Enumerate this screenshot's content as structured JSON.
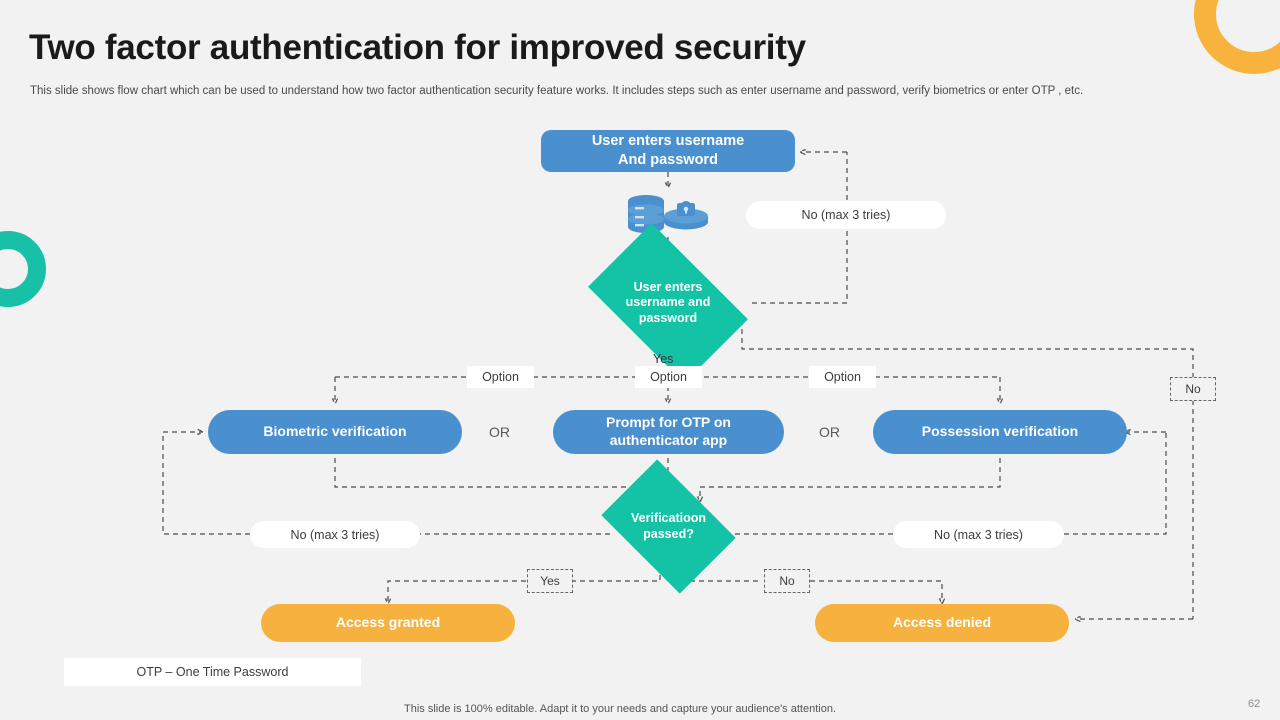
{
  "header": {
    "title": "Two factor authentication for improved security",
    "subtitle": "This slide shows flow chart which can be used to understand how two factor authentication security  feature works. It includes steps such as enter username and password, verify biometrics or enter OTP , etc."
  },
  "colors": {
    "background": "#f2f2f2",
    "blue": "#4a90cf",
    "teal": "#14c2a6",
    "orange": "#f7b13f",
    "white": "#ffffff",
    "line": "#4d4d4d"
  },
  "flow": {
    "start_node": "User enters username\nAnd password",
    "start_node_line1": "User enters username",
    "start_node_line2": "And password",
    "decision1_line1": "User enters",
    "decision1_line2": "username and",
    "decision1_line3": "password",
    "decision1_yes": "Yes",
    "retry_top": "No (max 3 tries)",
    "option_left": "Option",
    "option_center": "Option",
    "option_right": "Option",
    "method_left": "Biometric verification",
    "method_center_line1": "Prompt for OTP on",
    "method_center_line2": "authenticator app",
    "method_right": "Possession verification",
    "or_left": "OR",
    "or_right": "OR",
    "no_far_right": "No",
    "decision2_line1": "Verificatioon",
    "decision2_line2": "passed?",
    "retry_left": "No (max 3 tries)",
    "retry_right": "No (max 3 tries)",
    "result_yes": "Yes",
    "result_no": "No",
    "access_granted": "Access granted",
    "access_denied": "Access denied"
  },
  "legend": {
    "otp": "OTP – One Time Password"
  },
  "footer": {
    "note": "This slide is 100% editable. Adapt it to your needs and capture your audience's attention.",
    "page": "62"
  },
  "icons": {
    "database": "database-icon",
    "lock": "lock-icon"
  }
}
